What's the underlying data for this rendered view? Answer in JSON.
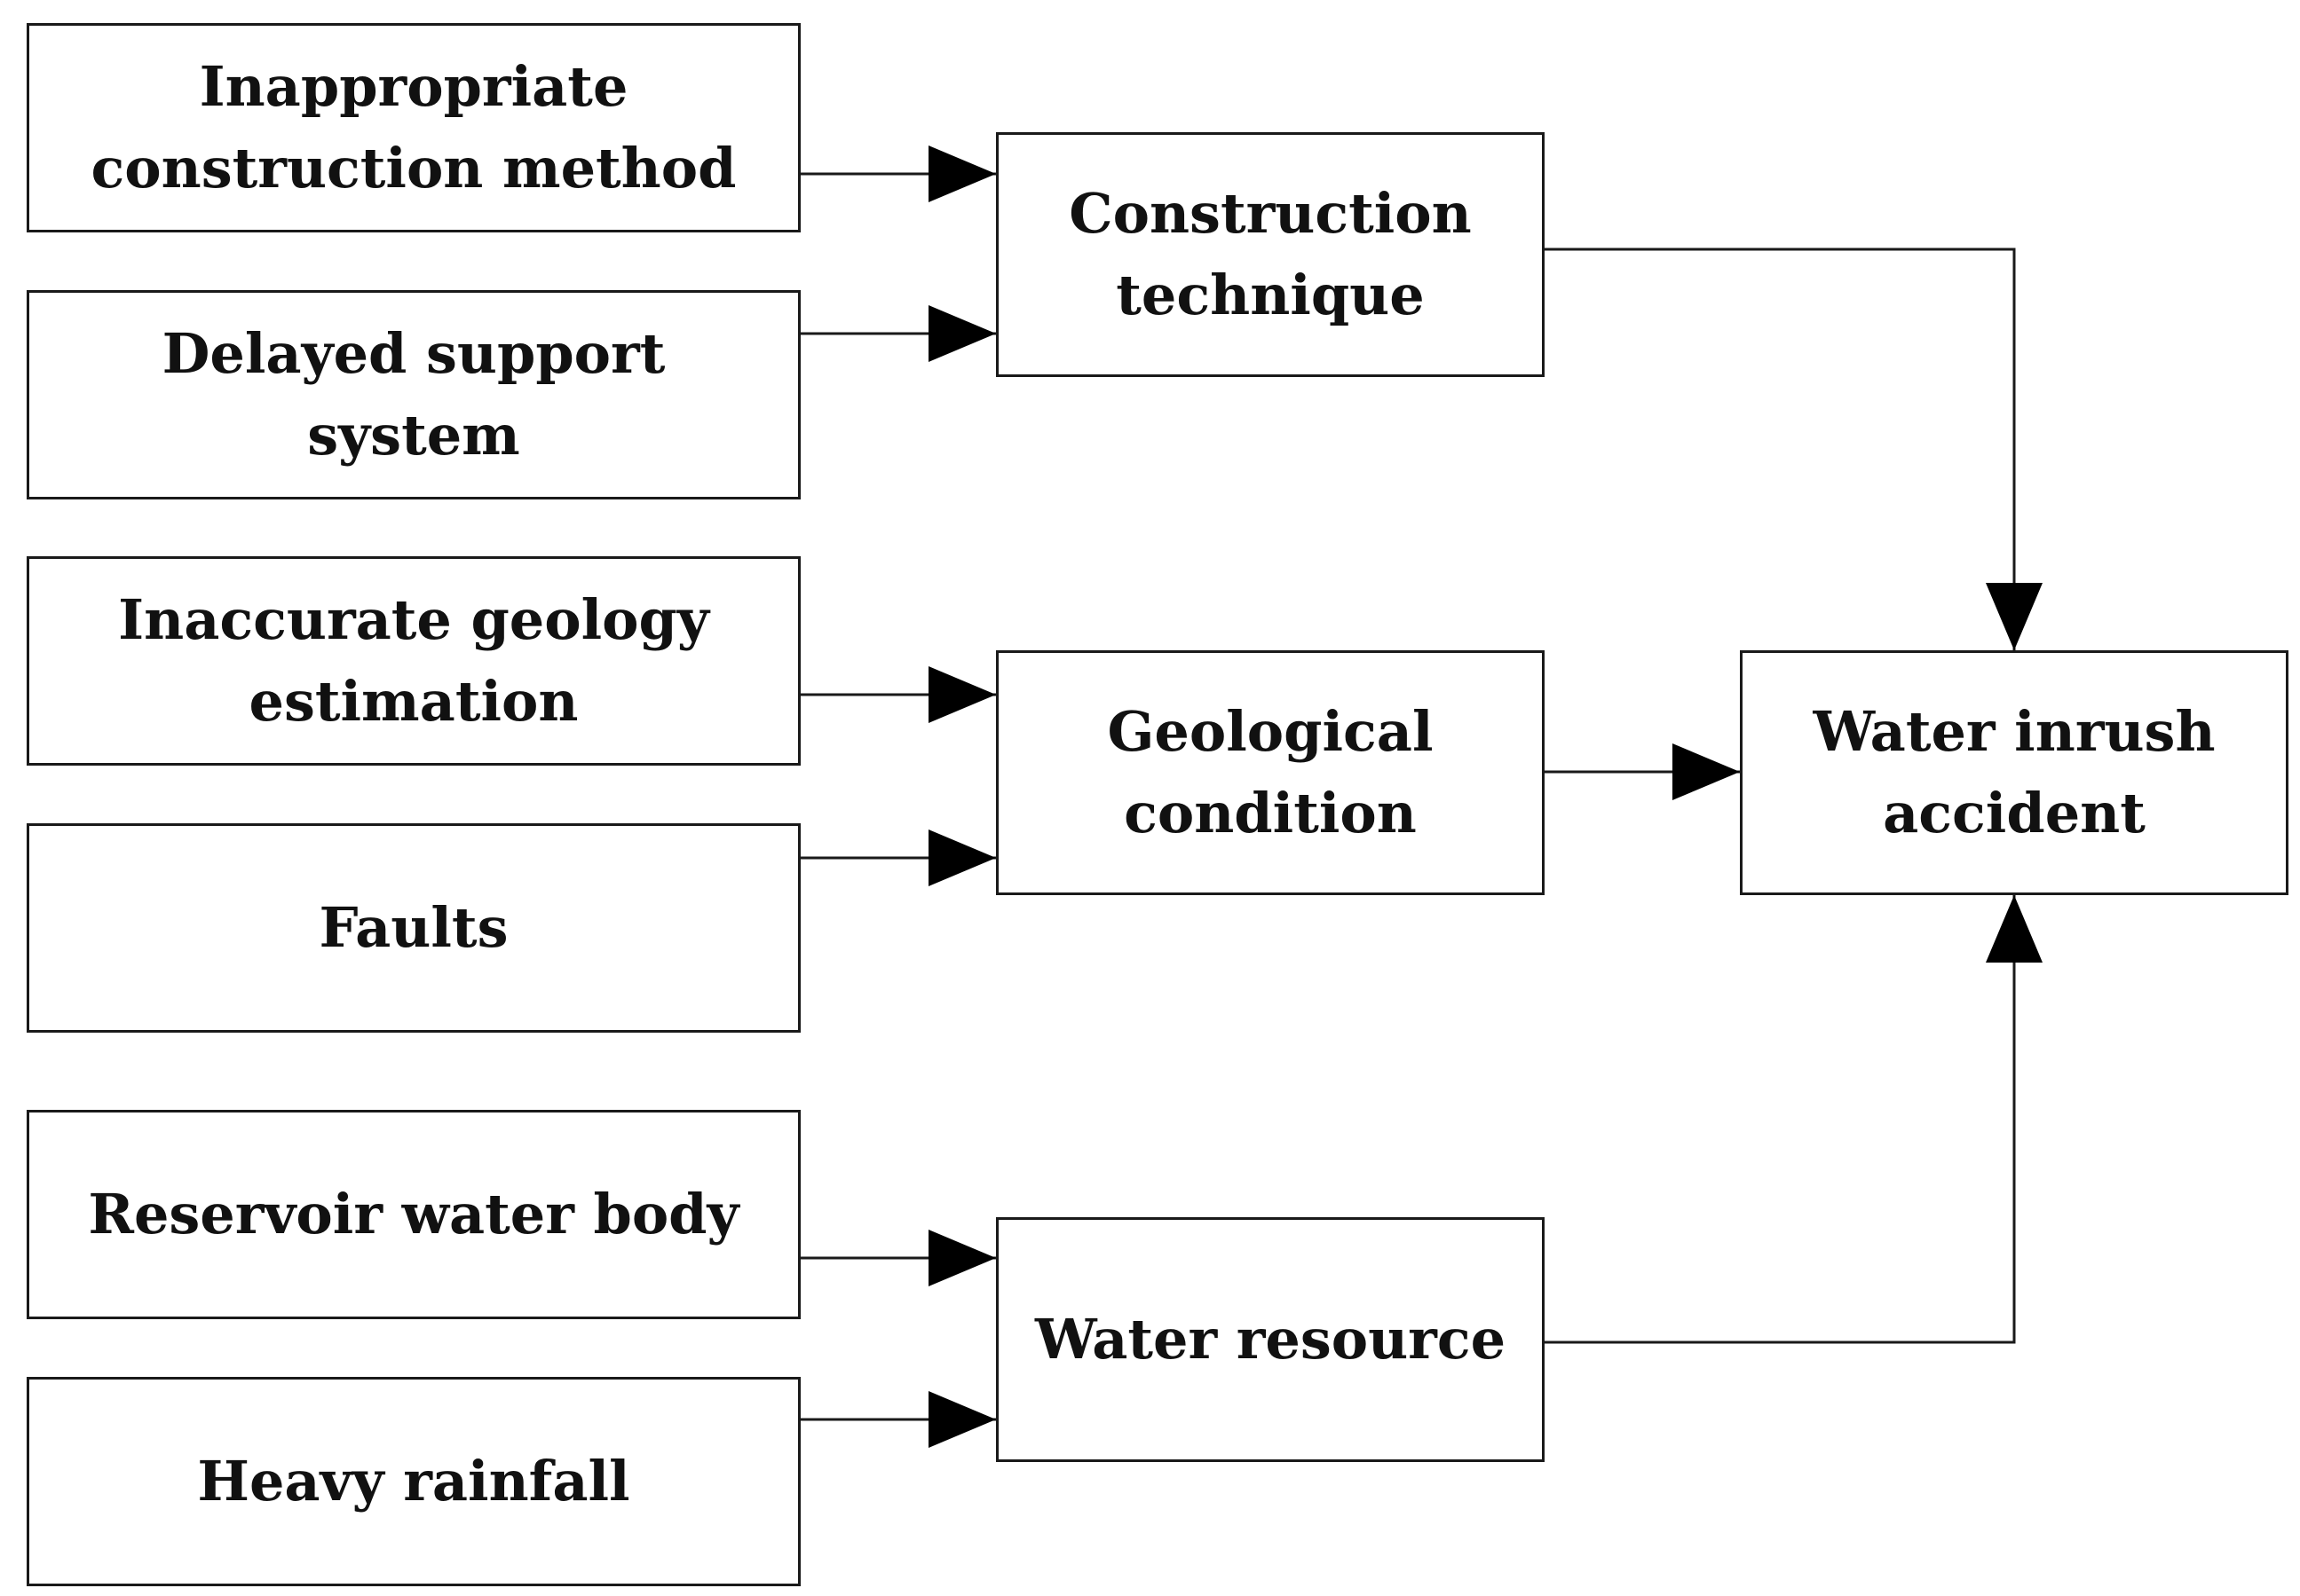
{
  "diagram": {
    "causes": [
      {
        "label": "Inappropriate\nconstruction method"
      },
      {
        "label": "Delayed support system"
      },
      {
        "label": "Inaccurate geology\nestimation"
      },
      {
        "label": "Faults"
      },
      {
        "label": "Reservoir water body"
      },
      {
        "label": "Heavy rainfall"
      }
    ],
    "categories": [
      {
        "label": "Construction\ntechnique"
      },
      {
        "label": "Geological\ncondition"
      },
      {
        "label": "Water resource"
      }
    ],
    "outcome": {
      "label": "Water inrush\naccident"
    },
    "edges": [
      {
        "from": "cause-1",
        "to": "category-1"
      },
      {
        "from": "cause-2",
        "to": "category-1"
      },
      {
        "from": "cause-3",
        "to": "category-2"
      },
      {
        "from": "cause-4",
        "to": "category-2"
      },
      {
        "from": "cause-5",
        "to": "category-3"
      },
      {
        "from": "cause-6",
        "to": "category-3"
      },
      {
        "from": "category-1",
        "to": "outcome"
      },
      {
        "from": "category-2",
        "to": "outcome"
      },
      {
        "from": "category-3",
        "to": "outcome"
      }
    ],
    "colors": {
      "stroke": "#1a1a1a",
      "text": "#111111",
      "background": "#ffffff"
    }
  }
}
